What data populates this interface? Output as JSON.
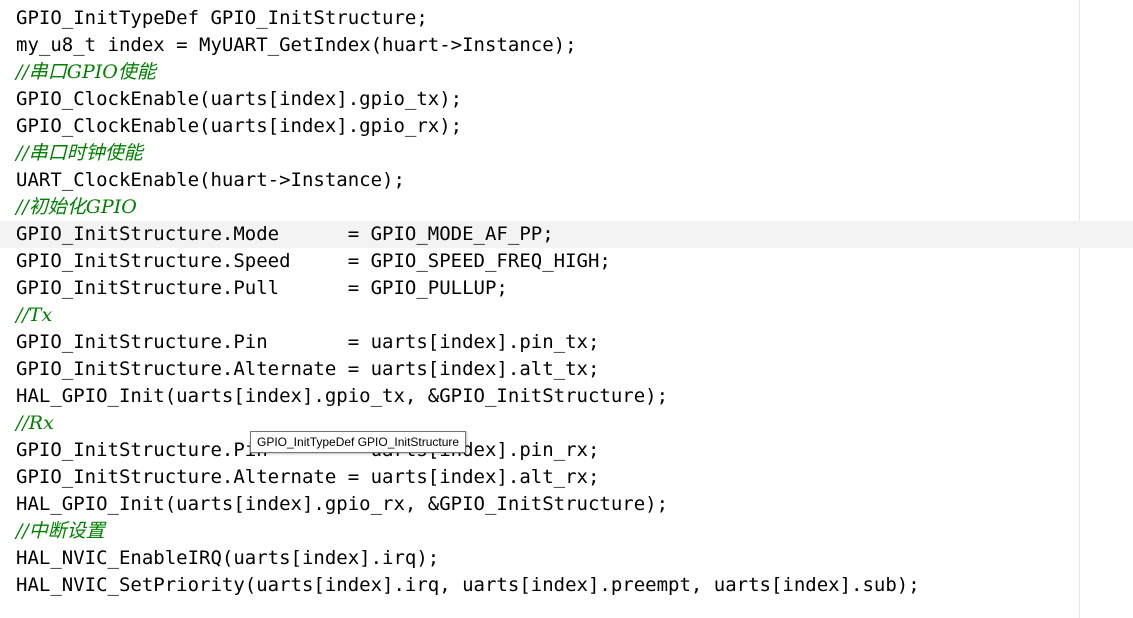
{
  "editor": {
    "lines": [
      {
        "text": "GPIO_InitTypeDef GPIO_InitStructure;",
        "kind": "code"
      },
      {
        "text": "my_u8_t index = MyUART_GetIndex(huart->Instance);",
        "kind": "code"
      },
      {
        "text": "//串口GPIO使能",
        "kind": "comment"
      },
      {
        "text": "GPIO_ClockEnable(uarts[index].gpio_tx);",
        "kind": "code"
      },
      {
        "text": "GPIO_ClockEnable(uarts[index].gpio_rx);",
        "kind": "code"
      },
      {
        "text": "//串口时钟使能",
        "kind": "comment"
      },
      {
        "text": "UART_ClockEnable(huart->Instance);",
        "kind": "code"
      },
      {
        "text": "//初始化GPIO",
        "kind": "comment"
      },
      {
        "text": "GPIO_InitStructure.Mode      = GPIO_MODE_AF_PP;",
        "kind": "code"
      },
      {
        "text": "GPIO_InitStructure.Speed     = GPIO_SPEED_FREQ_HIGH;",
        "kind": "code"
      },
      {
        "text": "GPIO_InitStructure.Pull      = GPIO_PULLUP;",
        "kind": "code"
      },
      {
        "text": "//Tx",
        "kind": "comment"
      },
      {
        "text": "GPIO_InitStructure.Pin       = uarts[index].pin_tx;",
        "kind": "code"
      },
      {
        "text": "GPIO_InitStructure.Alternate = uarts[index].alt_tx;",
        "kind": "code"
      },
      {
        "text": "HAL_GPIO_Init(uarts[index].gpio_tx, &GPIO_InitStructure);",
        "kind": "code"
      },
      {
        "text": "//Rx",
        "kind": "comment"
      },
      {
        "text": "GPIO_InitStructure.Pin       = uarts[index].pin_rx;",
        "kind": "code"
      },
      {
        "text": "GPIO_InitStructure.Alternate = uarts[index].alt_rx;",
        "kind": "code"
      },
      {
        "text": "HAL_GPIO_Init(uarts[index].gpio_rx, &GPIO_InitStructure);",
        "kind": "code"
      },
      {
        "text": "//中断设置",
        "kind": "comment"
      },
      {
        "text": "HAL_NVIC_EnableIRQ(uarts[index].irq);",
        "kind": "code"
      },
      {
        "text": "HAL_NVIC_SetPriority(uarts[index].irq, uarts[index].preempt, uarts[index].sub);",
        "kind": "code"
      }
    ],
    "current_line_index": 8,
    "tooltip": "GPIO_InitTypeDef GPIO_InitStructure",
    "colors": {
      "comment": "#008000",
      "code": "#000000",
      "current_line_bg": "#f3f3f3"
    }
  }
}
